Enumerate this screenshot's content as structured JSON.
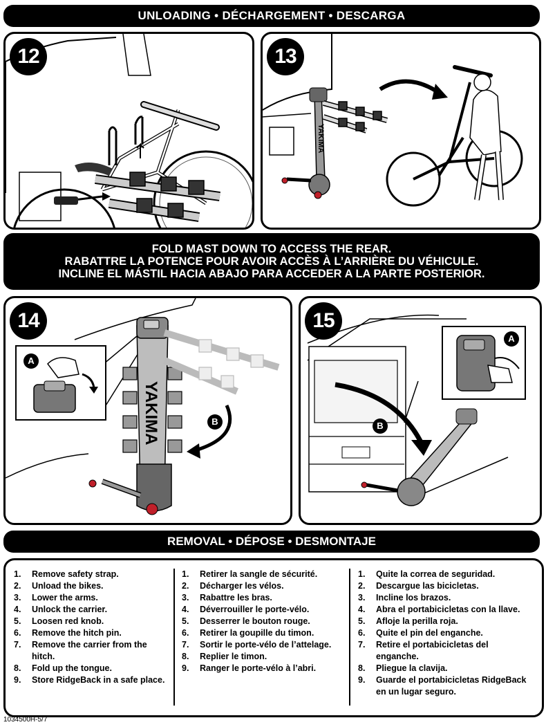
{
  "headers": {
    "unloading": "UNLOADING • DÉCHARGEMENT • DESCARGA",
    "fold": [
      "FOLD MAST DOWN TO ACCESS THE REAR.",
      "RABATTRE LA POTENCE POUR AVOIR ACCÈS À L’ARRIÈRE DU VÉHICULE.",
      "INCLINE EL MÁSTIL HACIA ABAJO PARA ACCEDER A LA PARTE POSTERIOR."
    ],
    "removal": "REMOVAL • DÉPOSE • DESMONTAJE"
  },
  "steps": [
    "12",
    "13",
    "14",
    "15"
  ],
  "callouts": {
    "a": "A",
    "b": "B"
  },
  "rack_logo": "YAKIMA",
  "lists": {
    "english": [
      {
        "n": "1.",
        "t": "Remove safety strap."
      },
      {
        "n": "2.",
        "t": "Unload the bikes."
      },
      {
        "n": "3.",
        "t": "Lower the arms."
      },
      {
        "n": "4.",
        "t": "Unlock the carrier."
      },
      {
        "n": "5.",
        "t": "Loosen red knob."
      },
      {
        "n": "6.",
        "t": "Remove the hitch pin."
      },
      {
        "n": "7.",
        "t": "Remove the carrier from the hitch."
      },
      {
        "n": "8.",
        "t": "Fold up the tongue."
      },
      {
        "n": "9.",
        "t": "Store RidgeBack in a safe place."
      }
    ],
    "french": [
      {
        "n": "1.",
        "t": "Retirer la sangle de sécurité."
      },
      {
        "n": "2.",
        "t": "Décharger les vélos."
      },
      {
        "n": "3.",
        "t": "Rabattre les bras."
      },
      {
        "n": "4.",
        "t": "Déverrouiller le porte-vélo."
      },
      {
        "n": "5.",
        "t": "Desserrer le bouton rouge."
      },
      {
        "n": "6.",
        "t": "Retirer la goupille du timon."
      },
      {
        "n": "7.",
        "t": "Sortir le porte-vélo de l’attelage."
      },
      {
        "n": "8.",
        "t": "Replier le timon."
      },
      {
        "n": "9.",
        "t": "Ranger le porte-vélo à l’abri."
      }
    ],
    "spanish": [
      {
        "n": "1.",
        "t": "Quite la correa de seguridad."
      },
      {
        "n": "2.",
        "t": "Descargue las bicicletas."
      },
      {
        "n": "3.",
        "t": "Incline los brazos."
      },
      {
        "n": "4.",
        "t": "Abra el portabicicletas con la llave."
      },
      {
        "n": "5.",
        "t": "Afloje la perilla roja."
      },
      {
        "n": "6.",
        "t": "Quite el pin del enganche."
      },
      {
        "n": "7.",
        "t": "Retire el portabicicletas del enganche."
      },
      {
        "n": "8.",
        "t": "Pliegue la clavija."
      },
      {
        "n": "9.",
        "t": "Guarde el portabicicletas RidgeBack en un lugar seguro."
      }
    ]
  },
  "footer": "1034500H-5/7",
  "colors": {
    "bar": "#000000",
    "knob_red": "#c0202a",
    "mast_gray": "#9a9a9a",
    "line": "#000000"
  }
}
